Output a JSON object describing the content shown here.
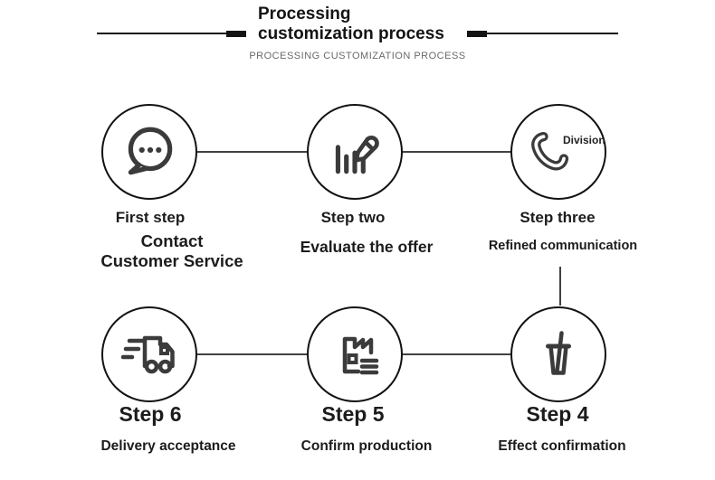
{
  "header": {
    "title": "Processing customization process",
    "subtitle": "PROCESSING CUSTOMIZATION PROCESS"
  },
  "rows": [
    {
      "steps": [
        {
          "icon": "chat-bubble-icon",
          "title": "First step",
          "label_line1": "Contact",
          "label_line2": "Customer Service"
        },
        {
          "icon": "pencil-chart-icon",
          "title": "Step two",
          "label_line1": "Evaluate the offer"
        },
        {
          "icon": "phone-icon",
          "icon_label": "Division",
          "title": "Step three",
          "label_line1": "Refined communication"
        }
      ]
    },
    {
      "steps": [
        {
          "icon": "delivery-truck-icon",
          "title": "Step 6",
          "label_line1": "Delivery acceptance"
        },
        {
          "icon": "factory-icon",
          "title": "Step 5",
          "label_line1": "Confirm production"
        },
        {
          "icon": "cup-straw-icon",
          "title": "Step 4",
          "label_line1": "Effect confirmation"
        }
      ]
    }
  ],
  "colors": {
    "text": "#1c1c1c",
    "subtitle_gray": "#6a6a6a",
    "icon_stroke": "#3b3b3b",
    "circle_stroke": "#121212",
    "connector": "#414141"
  }
}
